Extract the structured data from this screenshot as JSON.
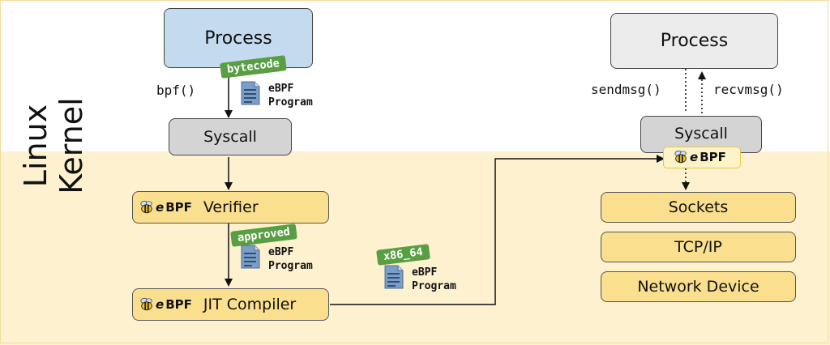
{
  "left_process": {
    "label": "Process"
  },
  "badge_bytecode": "bytecode",
  "bpf_call": "bpf()",
  "program_label": {
    "line1": "eBPF",
    "line2": "Program"
  },
  "left_syscall": "Syscall",
  "kernel_title": {
    "line1": "Linux",
    "line2": "Kernel"
  },
  "logo": {
    "prefix": "e",
    "suffix": "BPF"
  },
  "verifier": "Verifier",
  "badge_approved": "approved",
  "jit": "JIT Compiler",
  "badge_x86": "x86_64",
  "right_process": {
    "label": "Process"
  },
  "sendmsg": "sendmsg()",
  "recvmsg": "recvmsg()",
  "right_syscall": "Syscall",
  "sockets": "Sockets",
  "tcpip": "TCP/IP",
  "netdev": "Network Device",
  "colors": {
    "process_blue": "#c4daee",
    "kernel_bg": "#fdf1cf",
    "yellow_box": "#f9df8e",
    "badge_green": "#5a9e43",
    "syscall_gray": "#d4d4d4"
  }
}
